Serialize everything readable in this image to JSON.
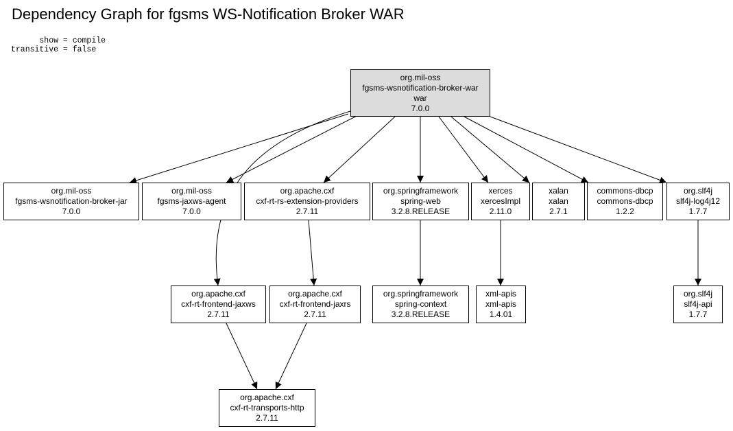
{
  "title": "Dependency Graph for fgsms WS-Notification Broker WAR",
  "params": {
    "show": "      show = compile",
    "transitive": "transitive = false"
  },
  "root_fill": "#dcdcdc",
  "nodes": {
    "root": {
      "group": "org.mil-oss",
      "artifact": "fgsms-wsnotification-broker-war",
      "packaging": "war",
      "version": "7.0.0"
    },
    "broker_jar": {
      "group": "org.mil-oss",
      "artifact": "fgsms-wsnotification-broker-jar",
      "version": "7.0.0"
    },
    "jaxws_agent": {
      "group": "org.mil-oss",
      "artifact": "fgsms-jaxws-agent",
      "version": "7.0.0"
    },
    "rs_ext": {
      "group": "org.apache.cxf",
      "artifact": "cxf-rt-rs-extension-providers",
      "version": "2.7.11"
    },
    "spring_web": {
      "group": "org.springframework",
      "artifact": "spring-web",
      "version": "3.2.8.RELEASE"
    },
    "xerces": {
      "group": "xerces",
      "artifact": "xercesImpl",
      "version": "2.11.0"
    },
    "xalan": {
      "group": "xalan",
      "artifact": "xalan",
      "version": "2.7.1"
    },
    "dbcp": {
      "group": "commons-dbcp",
      "artifact": "commons-dbcp",
      "version": "1.2.2"
    },
    "log4j12": {
      "group": "org.slf4j",
      "artifact": "slf4j-log4j12",
      "version": "1.7.7"
    },
    "jaxws": {
      "group": "org.apache.cxf",
      "artifact": "cxf-rt-frontend-jaxws",
      "version": "2.7.11"
    },
    "jaxrs": {
      "group": "org.apache.cxf",
      "artifact": "cxf-rt-frontend-jaxrs",
      "version": "2.7.11"
    },
    "spring_ctx": {
      "group": "org.springframework",
      "artifact": "spring-context",
      "version": "3.2.8.RELEASE"
    },
    "xml_apis": {
      "group": "xml-apis",
      "artifact": "xml-apis",
      "version": "1.4.01"
    },
    "slf4j_api": {
      "group": "org.slf4j",
      "artifact": "slf4j-api",
      "version": "1.7.7"
    },
    "transports": {
      "group": "org.apache.cxf",
      "artifact": "cxf-rt-transports-http",
      "version": "2.7.11"
    }
  },
  "edges": [
    [
      "root",
      "broker_jar"
    ],
    [
      "root",
      "jaxws_agent"
    ],
    [
      "root",
      "jaxws"
    ],
    [
      "root",
      "rs_ext"
    ],
    [
      "root",
      "spring_web"
    ],
    [
      "root",
      "xerces"
    ],
    [
      "root",
      "xalan"
    ],
    [
      "root",
      "dbcp"
    ],
    [
      "root",
      "log4j12"
    ],
    [
      "rs_ext",
      "jaxrs"
    ],
    [
      "spring_web",
      "spring_ctx"
    ],
    [
      "xerces",
      "xml_apis"
    ],
    [
      "log4j12",
      "slf4j_api"
    ],
    [
      "jaxws",
      "transports"
    ],
    [
      "jaxrs",
      "transports"
    ]
  ]
}
